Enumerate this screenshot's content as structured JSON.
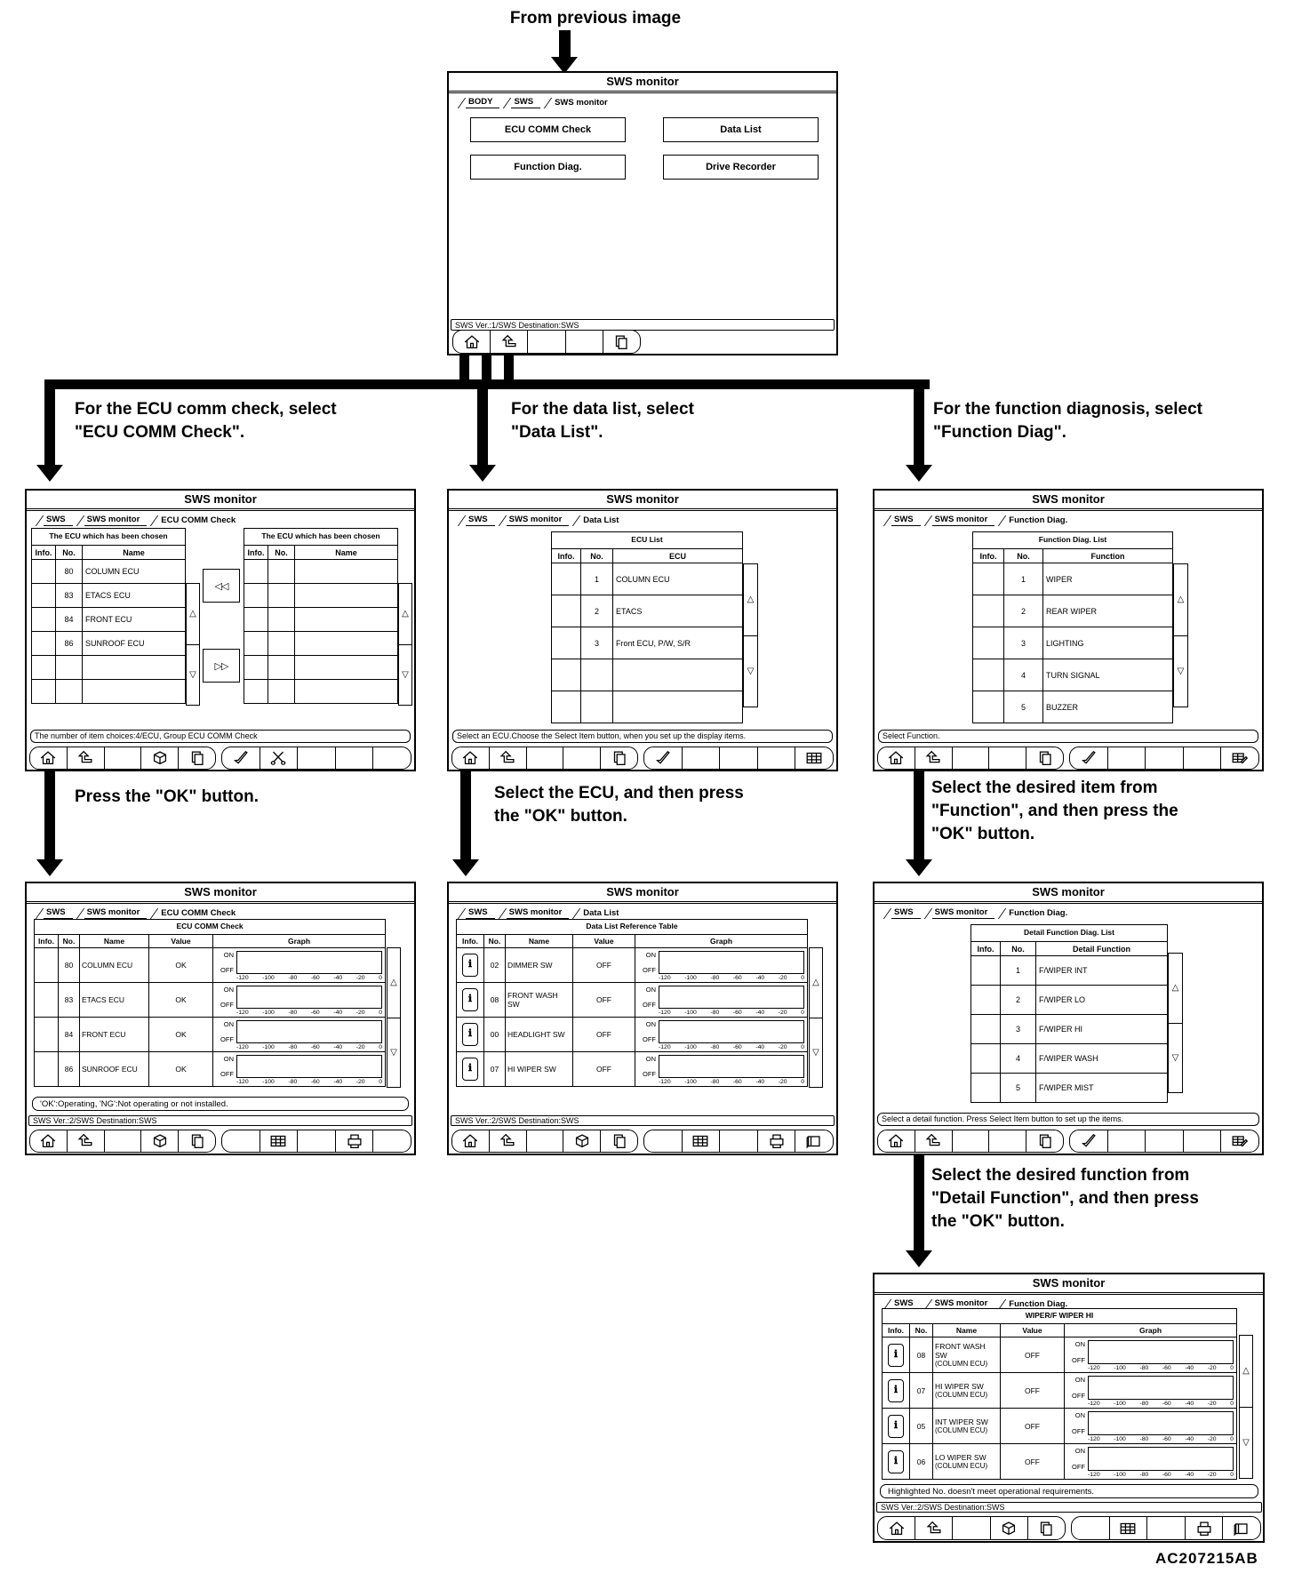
{
  "page": {
    "from_previous": "From previous image",
    "figure_code": "AC207215AB"
  },
  "screen_title": "SWS monitor",
  "icons": {
    "up": "△",
    "down": "▽",
    "transfer_left": "◁◁",
    "transfer_right": "▷▷",
    "info": "ℹ"
  },
  "graph": {
    "on": "ON",
    "off": "OFF",
    "ticks": [
      "-120",
      "-100",
      "-80",
      "-60",
      "-40",
      "-20",
      "0"
    ]
  },
  "instructions": {
    "ecu": [
      "For the ECU comm check, select",
      "\"ECU COMM Check\"."
    ],
    "datalist": [
      "For the data list, select",
      "\"Data List\"."
    ],
    "func": [
      "For the function diagnosis, select",
      "\"Function Diag\"."
    ],
    "ok": [
      "Press the \"OK\" button."
    ],
    "ecu_ok": [
      "Select the ECU, and then press",
      "the \"OK\" button."
    ],
    "func_ok": [
      "Select the desired item from",
      "\"Function\", and then press the",
      "\"OK\" button."
    ],
    "detail_ok": [
      "Select the desired function from",
      "\"Detail Function\", and then press",
      "the \"OK\" button."
    ]
  },
  "screens": {
    "top": {
      "tabs": [
        "BODY",
        "SWS",
        "SWS monitor"
      ],
      "buttons": [
        "ECU COMM Check",
        "Data List",
        "Function Diag.",
        "Drive Recorder"
      ],
      "status": "SWS Ver.:1/SWS Destination:SWS",
      "toolbar_left": [
        "home",
        "return",
        "",
        "",
        "page"
      ]
    },
    "ecu_select": {
      "tabs": [
        "SWS",
        "SWS monitor",
        "ECU COMM Check"
      ],
      "left_panel": {
        "title": "The ECU which has been chosen",
        "cols": [
          "Info.",
          "No.",
          "Name"
        ],
        "rows": [
          [
            "80",
            "COLUMN ECU"
          ],
          [
            "83",
            "ETACS ECU"
          ],
          [
            "84",
            "FRONT ECU"
          ],
          [
            "86",
            "SUNROOF ECU"
          ],
          [
            "",
            ""
          ],
          [
            "",
            ""
          ]
        ]
      },
      "right_panel": {
        "title": "The ECU which has been chosen",
        "cols": [
          "Info.",
          "No.",
          "Name"
        ],
        "rows": [
          [
            "",
            ""
          ],
          [
            "",
            ""
          ],
          [
            "",
            ""
          ],
          [
            "",
            ""
          ],
          [
            "",
            ""
          ],
          [
            "",
            ""
          ]
        ]
      },
      "status": "The number of item choices:4/ECU, Group ECU COMM Check",
      "toolbar_left": [
        "home",
        "return",
        "",
        "cube",
        "page"
      ],
      "toolbar_right": [
        "check",
        "scissors",
        "",
        "",
        ""
      ]
    },
    "data_select": {
      "tabs": [
        "SWS",
        "SWS monitor",
        "Data List"
      ],
      "table": {
        "title": "ECU List",
        "cols": [
          "Info.",
          "No.",
          "ECU"
        ],
        "rows": [
          [
            "1",
            "COLUMN ECU"
          ],
          [
            "2",
            "ETACS"
          ],
          [
            "3",
            "Front ECU, P/W, S/R"
          ],
          [
            "",
            ""
          ],
          [
            "",
            ""
          ]
        ]
      },
      "status": "Select an ECU.Choose the Select Item button, when you set up the display items.",
      "toolbar_left": [
        "home",
        "return",
        "",
        "",
        "page"
      ],
      "toolbar_right": [
        "check",
        "",
        "",
        "",
        "table"
      ]
    },
    "func_select": {
      "tabs": [
        "SWS",
        "SWS monitor",
        "Function Diag."
      ],
      "table": {
        "title": "Function Diag. List",
        "cols": [
          "Info.",
          "No.",
          "Function"
        ],
        "rows": [
          [
            "1",
            "WIPER"
          ],
          [
            "2",
            "REAR WIPER"
          ],
          [
            "3",
            "LIGHTING"
          ],
          [
            "4",
            "TURN SIGNAL"
          ],
          [
            "5",
            "BUZZER"
          ]
        ]
      },
      "status": "Select Function.",
      "toolbar_left": [
        "home",
        "return",
        "",
        "",
        "page"
      ],
      "toolbar_right": [
        "check",
        "",
        "",
        "",
        "select-item"
      ]
    },
    "ecu_check": {
      "tabs": [
        "SWS",
        "SWS monitor",
        "ECU COMM Check"
      ],
      "table": {
        "title": "ECU COMM Check",
        "cols": [
          "Info.",
          "No.",
          "Name",
          "Value",
          "Graph"
        ],
        "rows": [
          {
            "no": "80",
            "name": "COLUMN ECU",
            "value": "OK"
          },
          {
            "no": "83",
            "name": "ETACS ECU",
            "value": "OK"
          },
          {
            "no": "84",
            "name": "FRONT ECU",
            "value": "OK"
          },
          {
            "no": "86",
            "name": "SUNROOF ECU",
            "value": "OK"
          }
        ]
      },
      "note": "'OK':Operating, 'NG':Not operating or not installed.",
      "status": "SWS Ver.:2/SWS Destination:SWS",
      "toolbar_left": [
        "home",
        "return",
        "",
        "cube",
        "page"
      ],
      "toolbar_right": [
        "",
        "table",
        "",
        "printer",
        ""
      ]
    },
    "data_ref": {
      "tabs": [
        "SWS",
        "SWS monitor",
        "Data List"
      ],
      "table": {
        "title": "Data List Reference Table",
        "cols": [
          "Info.",
          "No.",
          "Name",
          "Value",
          "Graph"
        ],
        "rows": [
          {
            "info": true,
            "no": "02",
            "name": "DIMMER SW",
            "value": "OFF"
          },
          {
            "info": true,
            "no": "08",
            "name": "FRONT WASH SW",
            "value": "OFF"
          },
          {
            "info": true,
            "no": "00",
            "name": "HEADLIGHT SW",
            "value": "OFF"
          },
          {
            "info": true,
            "no": "07",
            "name": "HI WIPER SW",
            "value": "OFF"
          }
        ]
      },
      "status": "SWS Ver.:2/SWS Destination:SWS",
      "toolbar_left": [
        "home",
        "return",
        "",
        "cube",
        "page"
      ],
      "toolbar_right": [
        "",
        "table",
        "",
        "printer",
        "recorder"
      ]
    },
    "detail_select": {
      "tabs": [
        "SWS",
        "SWS monitor",
        "Function Diag."
      ],
      "table": {
        "title": "Detail Function Diag. List",
        "cols": [
          "Info.",
          "No.",
          "Detail Function"
        ],
        "rows": [
          [
            "1",
            "F/WIPER INT"
          ],
          [
            "2",
            "F/WIPER LO"
          ],
          [
            "3",
            "F/WIPER HI"
          ],
          [
            "4",
            "F/WIPER WASH"
          ],
          [
            "5",
            "F/WIPER MIST"
          ]
        ]
      },
      "status": "Select a detail function. Press Select Item button to set up the items.",
      "toolbar_left": [
        "home",
        "return",
        "",
        "",
        "page"
      ],
      "toolbar_right": [
        "check",
        "",
        "",
        "",
        "select-item"
      ]
    },
    "wiper_hi": {
      "tabs": [
        "SWS",
        "SWS monitor",
        "Function Diag."
      ],
      "table": {
        "title": "WIPER/F WIPER HI",
        "cols": [
          "Info.",
          "No.",
          "Name",
          "Value",
          "Graph"
        ],
        "rows": [
          {
            "info": true,
            "no": "08",
            "name": "FRONT WASH SW",
            "name2": "(COLUMN ECU)",
            "value": "OFF"
          },
          {
            "info": true,
            "no": "07",
            "name": "HI WIPER SW",
            "name2": "(COLUMN ECU)",
            "value": "OFF"
          },
          {
            "info": true,
            "no": "05",
            "name": "INT WIPER SW",
            "name2": "(COLUMN ECU)",
            "value": "OFF"
          },
          {
            "info": true,
            "no": "06",
            "name": "LO WIPER SW",
            "name2": "(COLUMN ECU)",
            "value": "OFF"
          }
        ]
      },
      "note": "Highlighted No. doesn't meet operational requirements.",
      "status": "SWS Ver.:2/SWS Destination:SWS",
      "toolbar_left": [
        "home",
        "return",
        "",
        "cube",
        "page"
      ],
      "toolbar_right": [
        "",
        "table",
        "",
        "printer",
        "recorder"
      ]
    }
  }
}
